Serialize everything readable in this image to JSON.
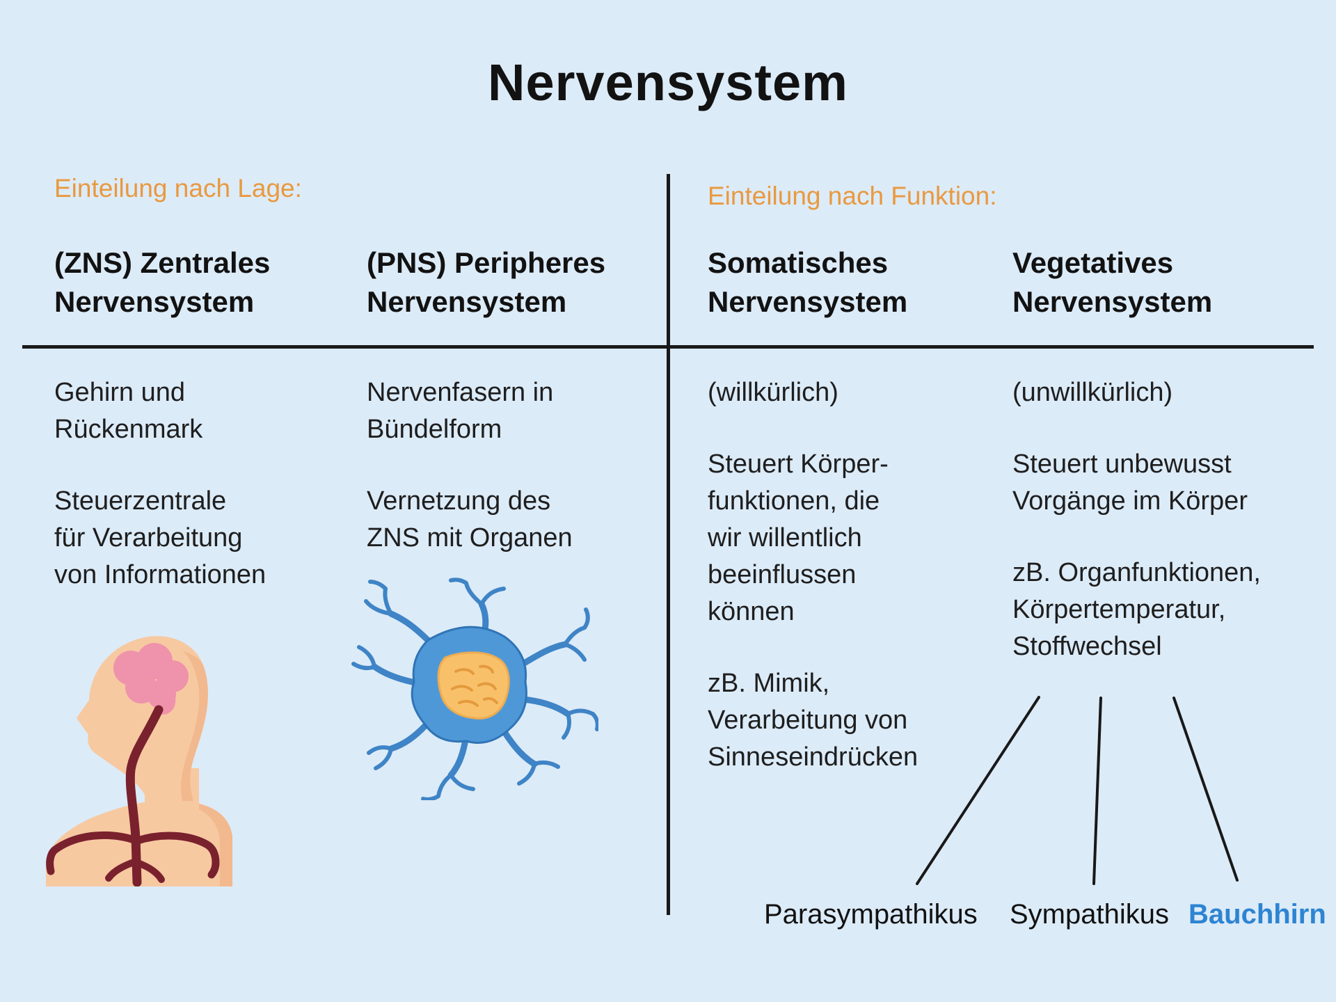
{
  "title": "Nervensystem",
  "left_section": {
    "heading": "Einteilung nach Lage:",
    "columns": [
      {
        "header": "(ZNS) Zentrales\nNervensystem",
        "paragraphs": [
          "Gehirn und\nRückenmark",
          "Steuerzentrale\nfür Verarbeitung\nvon Informationen"
        ],
        "illustration": "head-brain-spinal-cord"
      },
      {
        "header": "(PNS) Peripheres\nNervensystem",
        "paragraphs": [
          "Nervenfasern in\nBündelform",
          "Vernetzung des\nZNS mit Organen"
        ],
        "illustration": "neuron-cell"
      }
    ]
  },
  "right_section": {
    "heading": "Einteilung nach Funktion:",
    "columns": [
      {
        "header": "Somatisches\nNervensystem",
        "paragraphs": [
          "(willkürlich)",
          "Steuert Körper-\nfunktionen, die\nwir willentlich\nbeeinflussen\nkönnen",
          "zB. Mimik,\nVerarbeitung von\nSinneseindrücken"
        ]
      },
      {
        "header": "Vegetatives\nNervensystem",
        "paragraphs": [
          "(unwillkürlich)",
          "Steuert unbewusst\nVorgänge im Körper",
          "zB. Organfunktionen,\nKörpertemperatur,\nStoffwechsel"
        ]
      }
    ]
  },
  "branches": {
    "parasympathikus": "Parasympathikus",
    "sympathikus": "Sympathikus",
    "bauchhirn": "Bauchhirn"
  },
  "colors": {
    "background": "#dcebf8",
    "accent_orange": "#e9993f",
    "accent_blue": "#2d84d2",
    "text": "#1e1e1e",
    "rule": "#191919"
  }
}
